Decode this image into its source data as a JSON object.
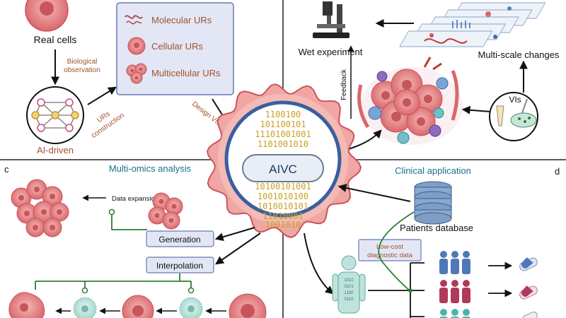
{
  "panel_a": {
    "real_cells": "Real cells",
    "bio_obs_line1": "Biological",
    "bio_obs_line2": "observation",
    "ai_driven": "AI-driven",
    "urs_line1": "URs",
    "urs_line2": "construction",
    "design_vis": "Design VIs",
    "legend": {
      "molecular": "Molecular URs",
      "cellular": "Cellular URs",
      "multicellular": "Multicellular URs"
    }
  },
  "panel_b": {
    "wet_experiment": "Wet experiment",
    "multi_scale": "Multi-scale changes",
    "feedback": "Feedback",
    "vis": "VIs"
  },
  "center": {
    "title": "AIVC",
    "binary_rows": [
      "1100100",
      "101100101",
      "11101001001",
      "1101001010",
      "10100101001",
      "1001010100",
      "1010010101",
      "11010001",
      "1001010"
    ]
  },
  "panel_c": {
    "letter": "c",
    "title": "Multi-omics analysis",
    "data_expansion": "Data expansion",
    "generation": "Generation",
    "interpolation": "Interpolation"
  },
  "panel_d": {
    "letter": "d",
    "title": "Clinical application",
    "patients_db": "Patients database",
    "low_cost_line1": "Low-cost",
    "low_cost_line2": "diagnostic data"
  },
  "colors": {
    "accent_brown": "#a0522d",
    "title_teal": "#1b6f8a",
    "legend_border": "#6a78b8",
    "legend_fill": "#e3e7f5",
    "cell_pink": "#e8868a",
    "ring_blue": "#3a5fa0",
    "green_line": "#2e7d32"
  }
}
